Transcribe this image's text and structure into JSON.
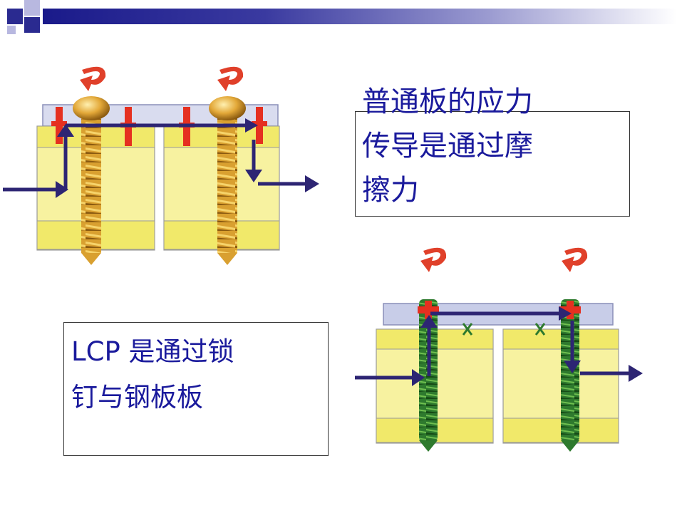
{
  "captions": {
    "conventional_plate": [
      "普通板的应力",
      "传导是通过摩",
      "擦力"
    ],
    "lcp": [
      "LCP 是通过锁",
      "钉与钢板板"
    ]
  },
  "colors": {
    "text_blue": "#1a1a9c",
    "header_navy": "#1a1a8a",
    "bone_yellow": "#f7f2a0",
    "screw_gold": "#d9a030",
    "screw_green": "#2e7a2e",
    "plate_blue": "#c8cde8",
    "arrow_navy": "#2d2573",
    "marker_red": "#e53020"
  },
  "icons": [
    "rotate-arrow-icon",
    "force-arrow-icon",
    "friction-marker-icon",
    "lock-cross-icon"
  ]
}
